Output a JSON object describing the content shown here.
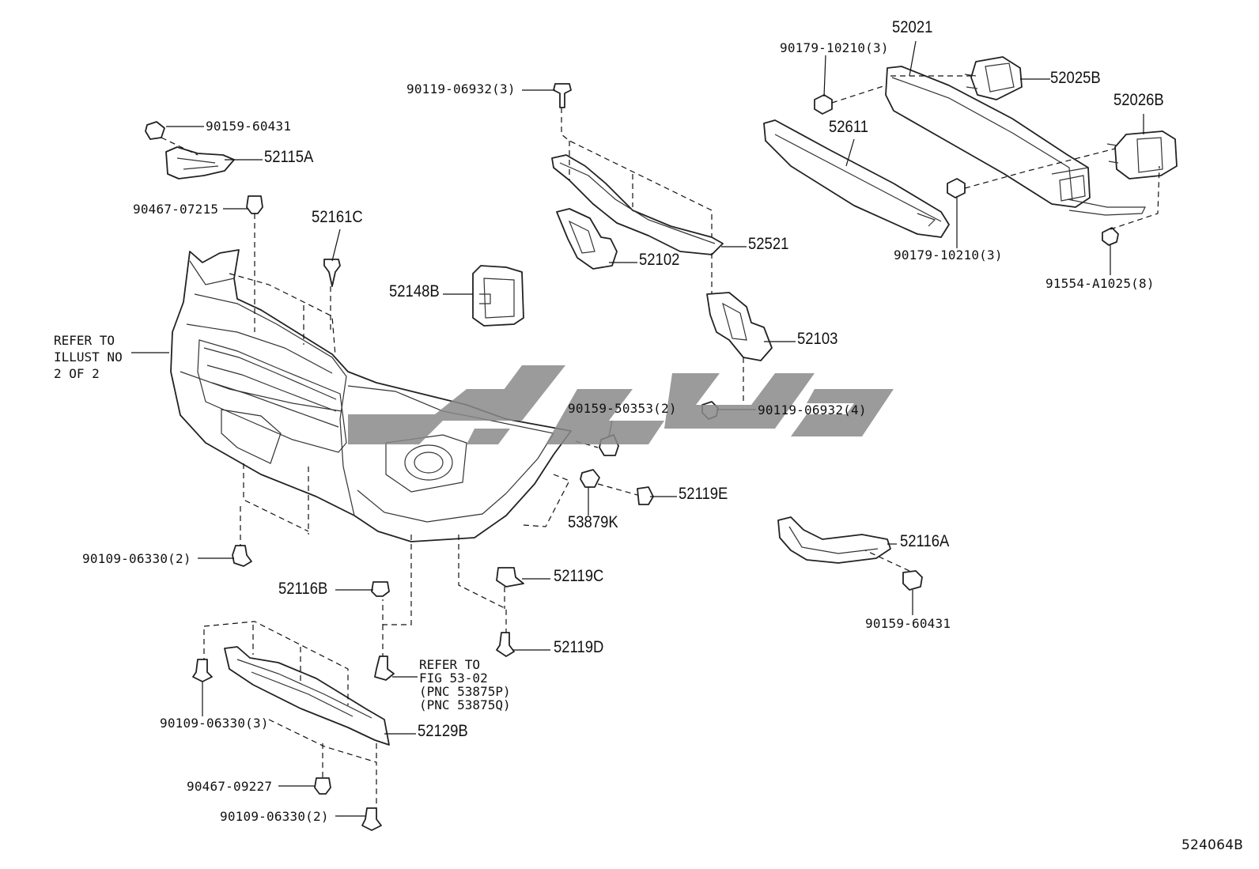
{
  "diagram": {
    "code": "524064B",
    "parts": [
      {
        "id": "p52021",
        "label": "52021"
      },
      {
        "id": "p90179a",
        "label": "90179-10210(3)"
      },
      {
        "id": "p52025b",
        "label": "52025B"
      },
      {
        "id": "p52026b",
        "label": "52026B"
      },
      {
        "id": "p52611",
        "label": "52611"
      },
      {
        "id": "p90179b",
        "label": "90179-10210(3)"
      },
      {
        "id": "p91554",
        "label": "91554-A1025(8)"
      },
      {
        "id": "p90119a",
        "label": "90119-06932(3)"
      },
      {
        "id": "p52521",
        "label": "52521"
      },
      {
        "id": "p52102",
        "label": "52102"
      },
      {
        "id": "p52103",
        "label": "52103"
      },
      {
        "id": "p90119b",
        "label": "90119-06932(4)"
      },
      {
        "id": "p90159a",
        "label": "90159-60431"
      },
      {
        "id": "p52115a",
        "label": "52115A"
      },
      {
        "id": "p90467a",
        "label": "90467-07215"
      },
      {
        "id": "p52161c",
        "label": "52161C"
      },
      {
        "id": "p52148b",
        "label": "52148B"
      },
      {
        "id": "p90159b",
        "label": "90159-50353(2)"
      },
      {
        "id": "p52119e",
        "label": "52119E"
      },
      {
        "id": "p53879k",
        "label": "53879K"
      },
      {
        "id": "p90109a",
        "label": "90109-06330(2)"
      },
      {
        "id": "p52116b",
        "label": "52116B"
      },
      {
        "id": "p52119c",
        "label": "52119C"
      },
      {
        "id": "p52119d",
        "label": "52119D"
      },
      {
        "id": "p52116a",
        "label": "52116A"
      },
      {
        "id": "p90159c",
        "label": "90159-60431"
      },
      {
        "id": "p90109b",
        "label": "90109-06330(3)"
      },
      {
        "id": "p52129b",
        "label": "52129B"
      },
      {
        "id": "p90467b",
        "label": "90467-09227"
      },
      {
        "id": "p90109c",
        "label": "90109-06330(2)"
      }
    ],
    "notes": {
      "illust": [
        "REFER TO",
        "ILLUST NO",
        "2 OF 2"
      ],
      "fig": [
        "REFER TO",
        "FIG 53-02",
        "(PNC 53875P)",
        "(PNC 53875Q)"
      ]
    },
    "colors": {
      "line": "#111111",
      "watermark": "#8a8a8a",
      "background": "#ffffff"
    }
  }
}
